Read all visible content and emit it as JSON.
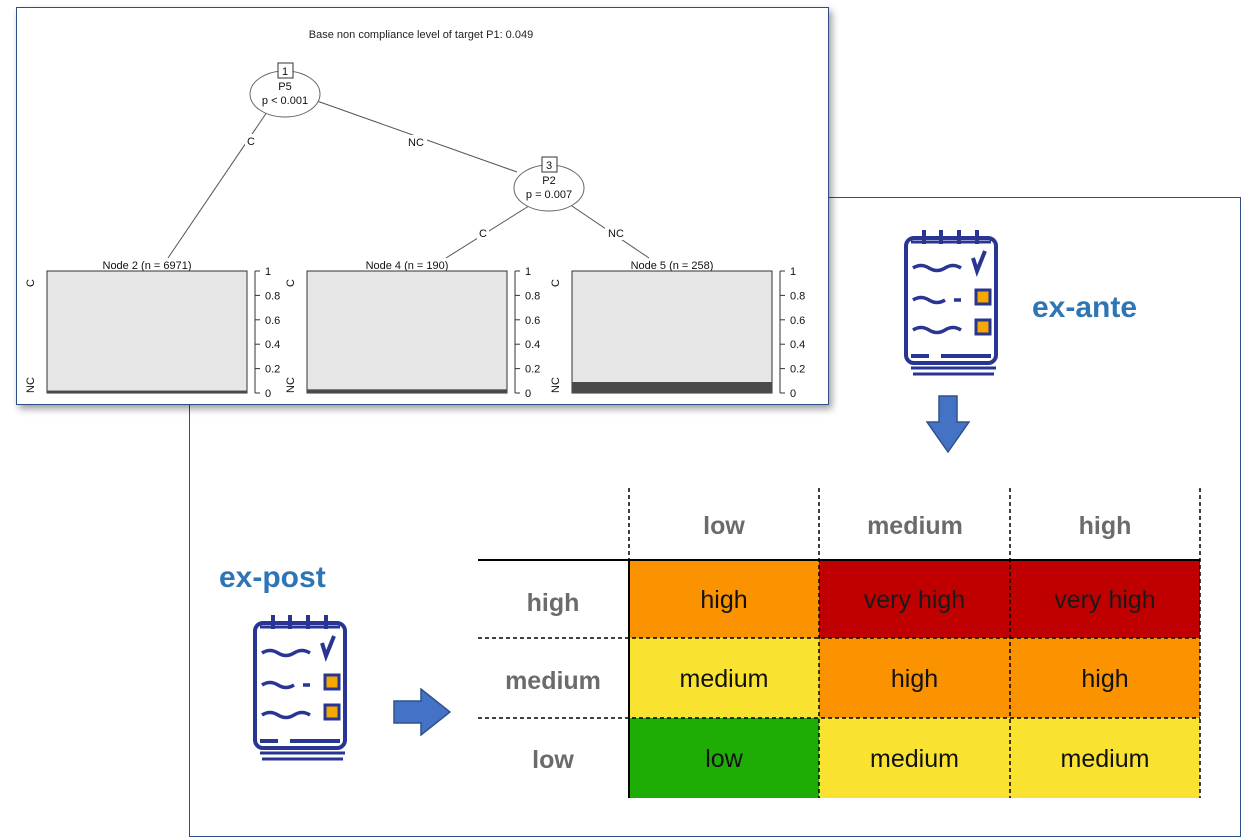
{
  "tree": {
    "title": "Base non compliance level of target P1: 0.049",
    "nodes": [
      {
        "id": "1",
        "var": "P5",
        "p": "p < 0.001"
      },
      {
        "id": "3",
        "var": "P2",
        "p": "p = 0.007"
      }
    ],
    "edges": [
      "C",
      "NC",
      "C",
      "NC"
    ],
    "terminals": [
      {
        "label": "Node 2 (n = 6971)",
        "nc_share": 0.02
      },
      {
        "label": "Node 4 (n = 190)",
        "nc_share": 0.03
      },
      {
        "label": "Node 5 (n = 258)",
        "nc_share": 0.09
      }
    ],
    "ticks": [
      "1",
      "0.8",
      "0.6",
      "0.4",
      "0.2",
      "0"
    ],
    "axis_top": "C",
    "axis_bottom": "NC"
  },
  "ex_ante_label": "ex-ante",
  "ex_post_label": "ex-post",
  "matrix": {
    "col_headers": [
      "low",
      "medium",
      "high"
    ],
    "rows": [
      {
        "header": "high",
        "cells": [
          {
            "text": "high",
            "color": "#fb9300"
          },
          {
            "text": "very high",
            "color": "#c00000"
          },
          {
            "text": "very high",
            "color": "#c00000"
          }
        ]
      },
      {
        "header": "medium",
        "cells": [
          {
            "text": "medium",
            "color": "#f9e230"
          },
          {
            "text": "high",
            "color": "#fb9300"
          },
          {
            "text": "high",
            "color": "#fb9300"
          }
        ]
      },
      {
        "header": "low",
        "cells": [
          {
            "text": "low",
            "color": "#1ead05"
          },
          {
            "text": "medium",
            "color": "#f9e230"
          },
          {
            "text": "medium",
            "color": "#f9e230"
          }
        ]
      }
    ]
  },
  "icons": [
    "checklist-icon",
    "arrow-down-icon",
    "checklist-icon",
    "arrow-right-icon"
  ]
}
